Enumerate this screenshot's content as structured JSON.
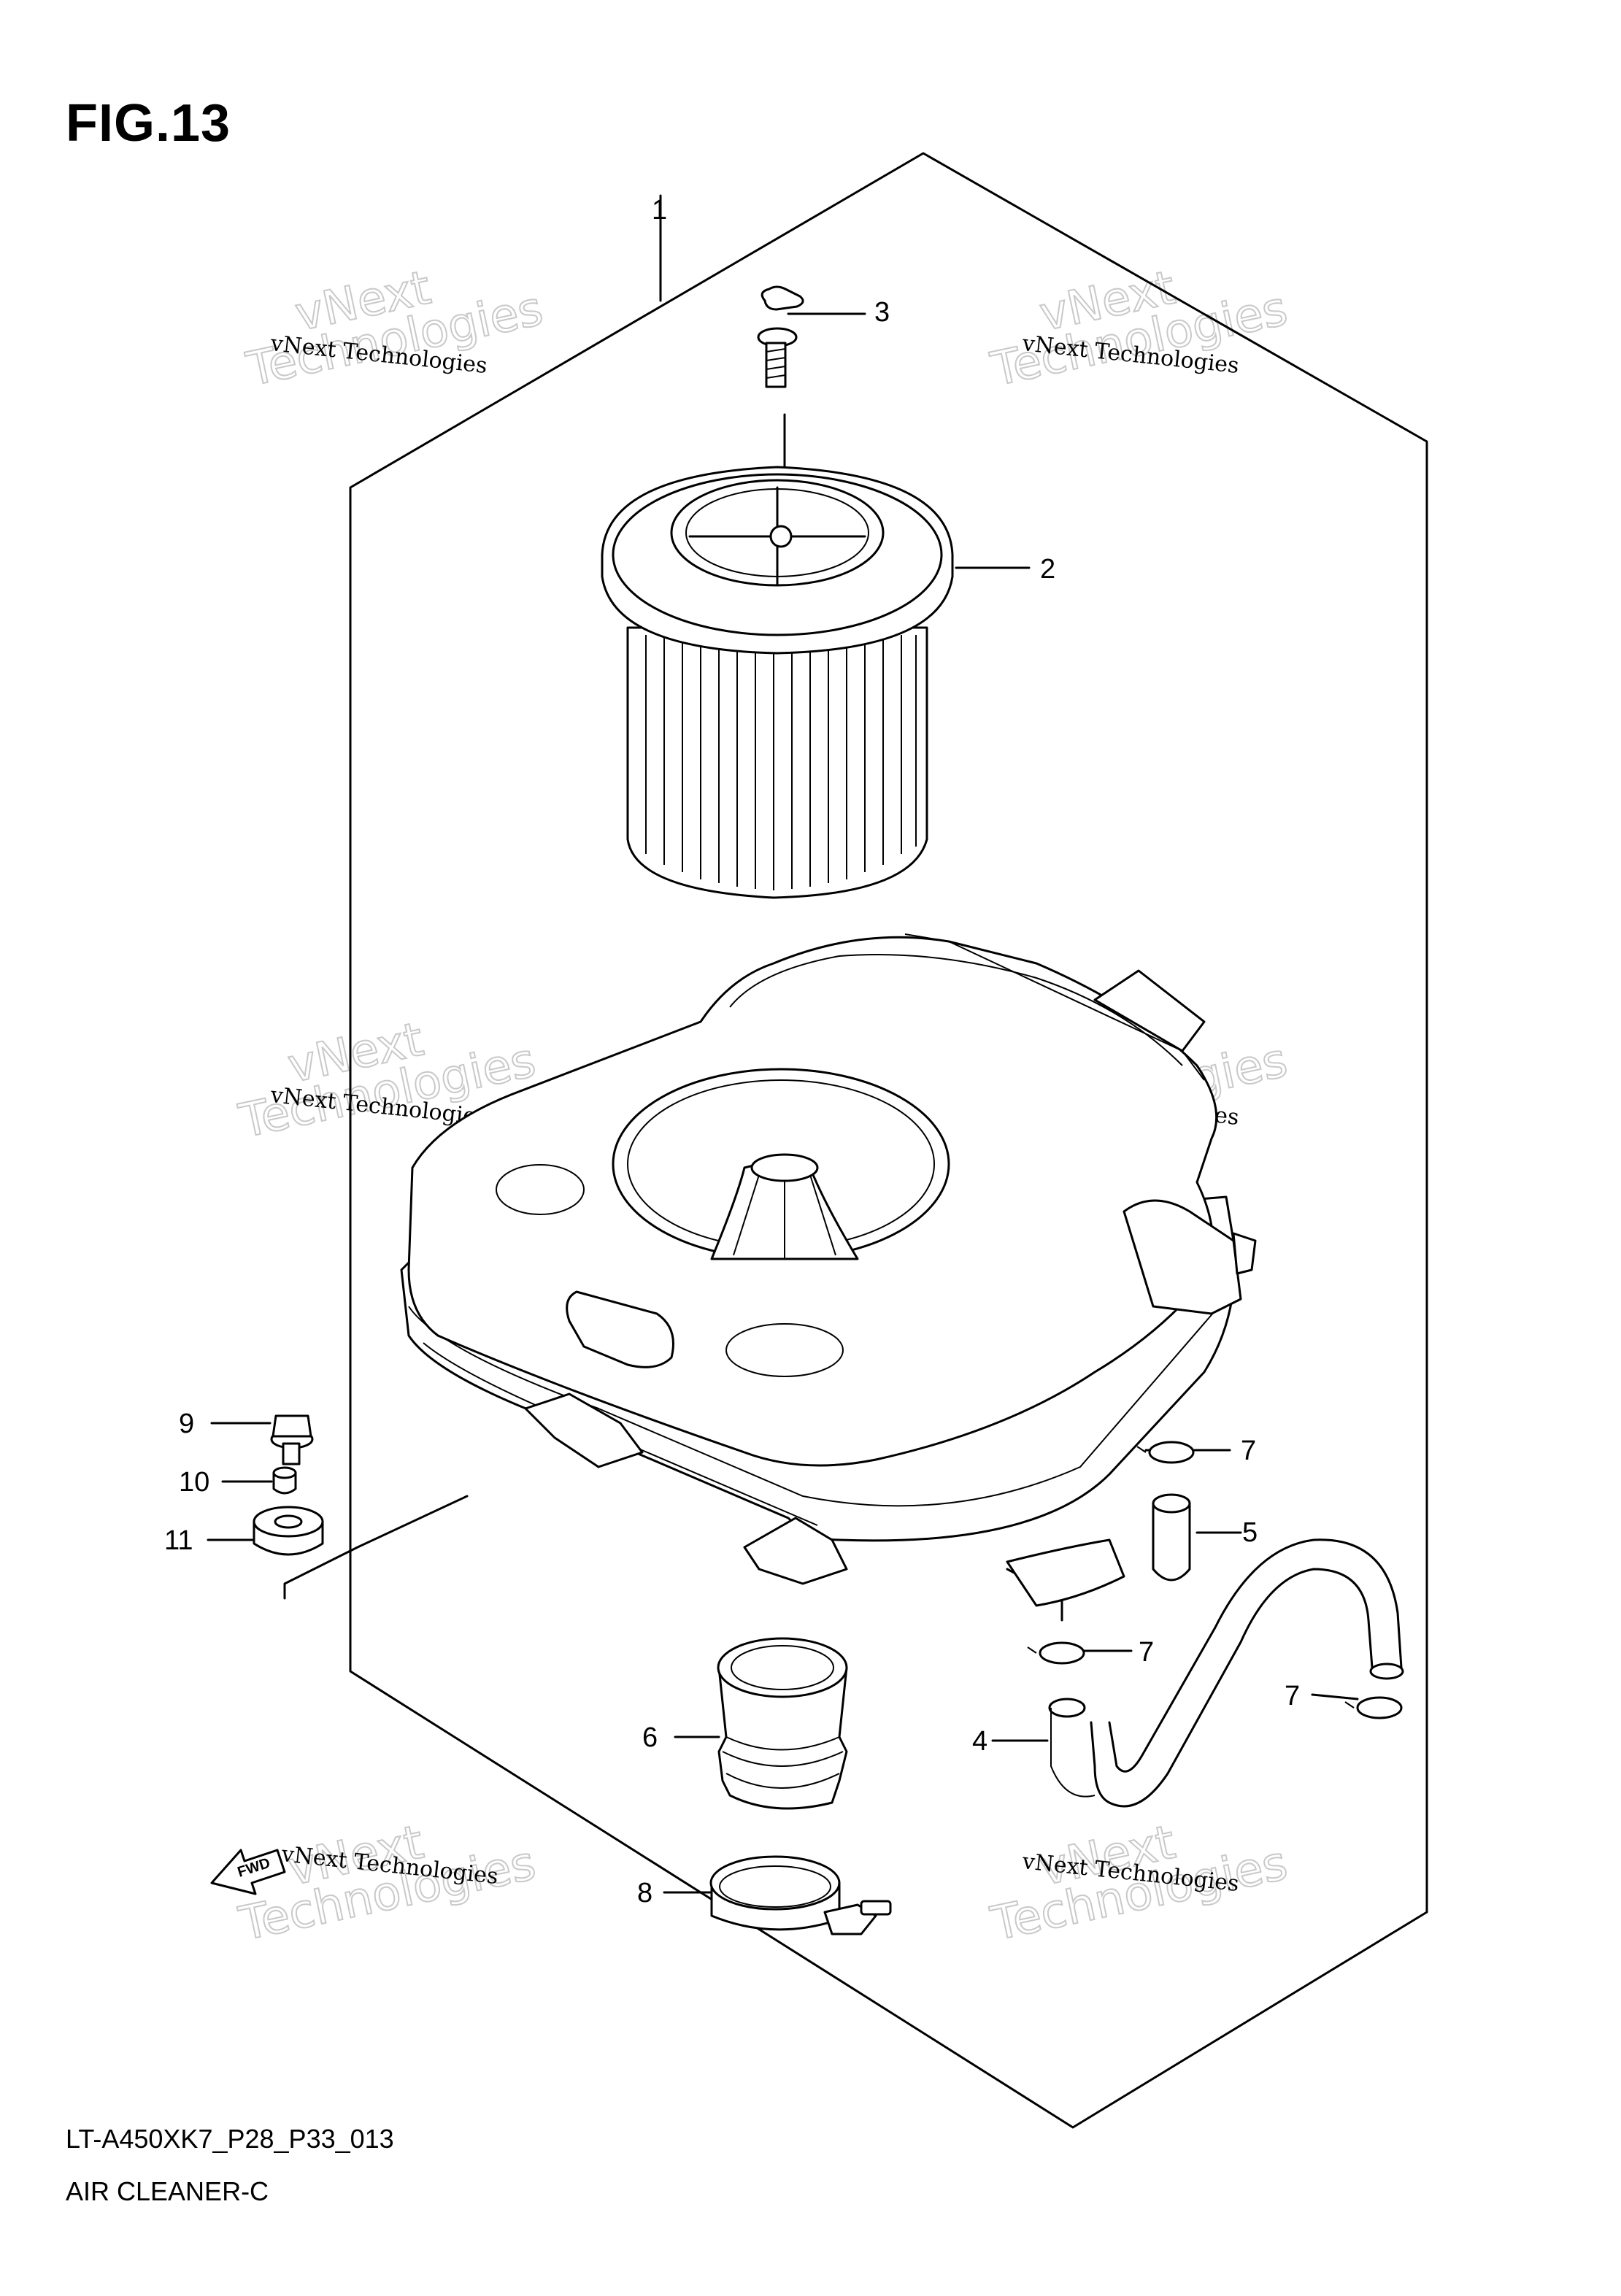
{
  "figure": {
    "title": "FIG.13",
    "code": "LT-A450XK7_P28_P33_013",
    "name": "AIR CLEANER-C"
  },
  "callouts": [
    "1",
    "2",
    "3",
    "4",
    "5",
    "6",
    "7",
    "8",
    "9",
    "10",
    "11"
  ],
  "watermark": {
    "line1": "vNext Technologies",
    "line2": "vNext",
    "line3": "Technologies"
  },
  "fwd_label": "FWD"
}
